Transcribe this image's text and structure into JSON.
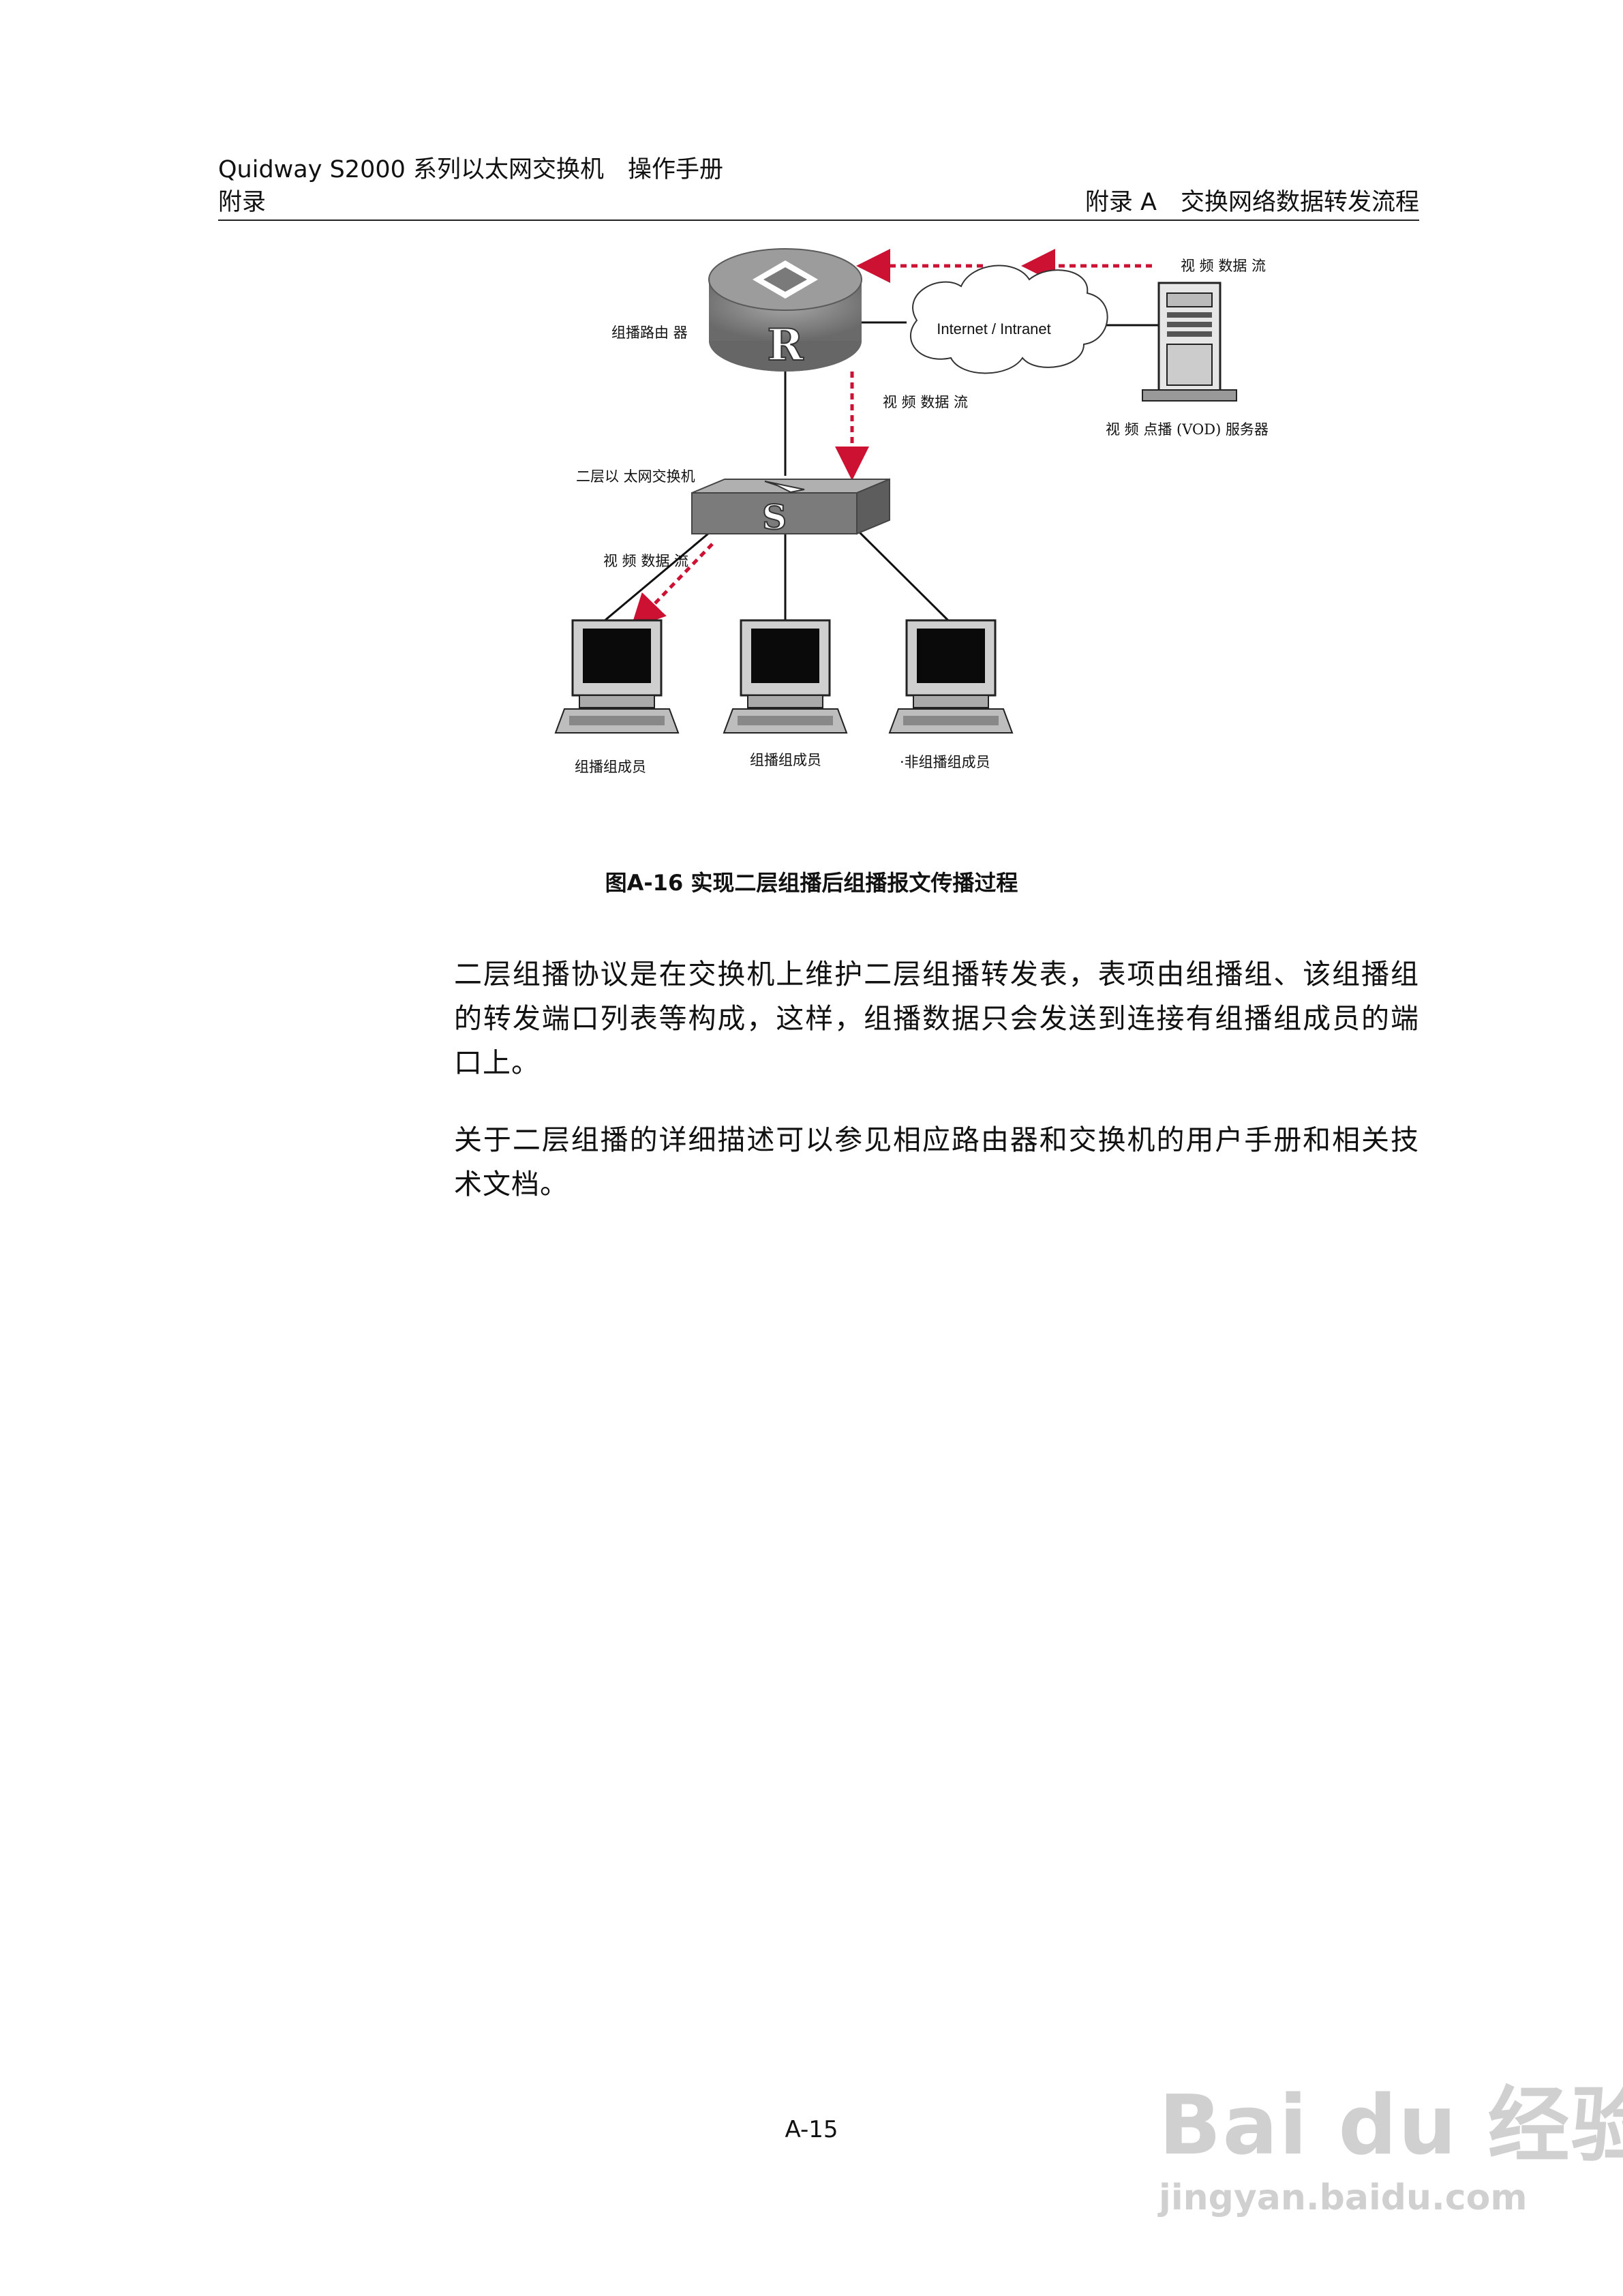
{
  "header": {
    "title": "Quidway S2000 系列以太网交换机　操作手册",
    "section_left": "附录",
    "section_right": "附录 A　交换网络数据转发流程"
  },
  "diagram": {
    "stream_top": "视 频 数据 流",
    "stream_mid": "视 频 数据 流",
    "stream_low": "视 频 数据 流",
    "router_label": "组播路由 器",
    "router_letter": "R",
    "switch_label": "二层以 太网交换机",
    "switch_letter": "S",
    "cloud_label": "Internet / Intranet",
    "server_label": "视 频 点播 (VOD) 服务器",
    "pc1_label": "组播组成员",
    "pc2_label": "组播组成员",
    "pc3_label": "·非组播组成员",
    "colors": {
      "flow": "#cc1133",
      "device": "#8a8a8a"
    }
  },
  "caption": "图A-16  实现二层组播后组播报文传播过程",
  "paragraphs": [
    "二层组播协议是在交换机上维护二层组播转发表，表项由组播组、该组播组的转发端口列表等构成，这样，组播数据只会发送到连接有组播组成员的端口上。",
    "关于二层组播的详细描述可以参见相应路由器和交换机的用户手册和相关技术文档。"
  ],
  "page_number": "A-15",
  "watermark": {
    "brand": "Bai du 经验",
    "url": "jingyan.baidu.com"
  }
}
